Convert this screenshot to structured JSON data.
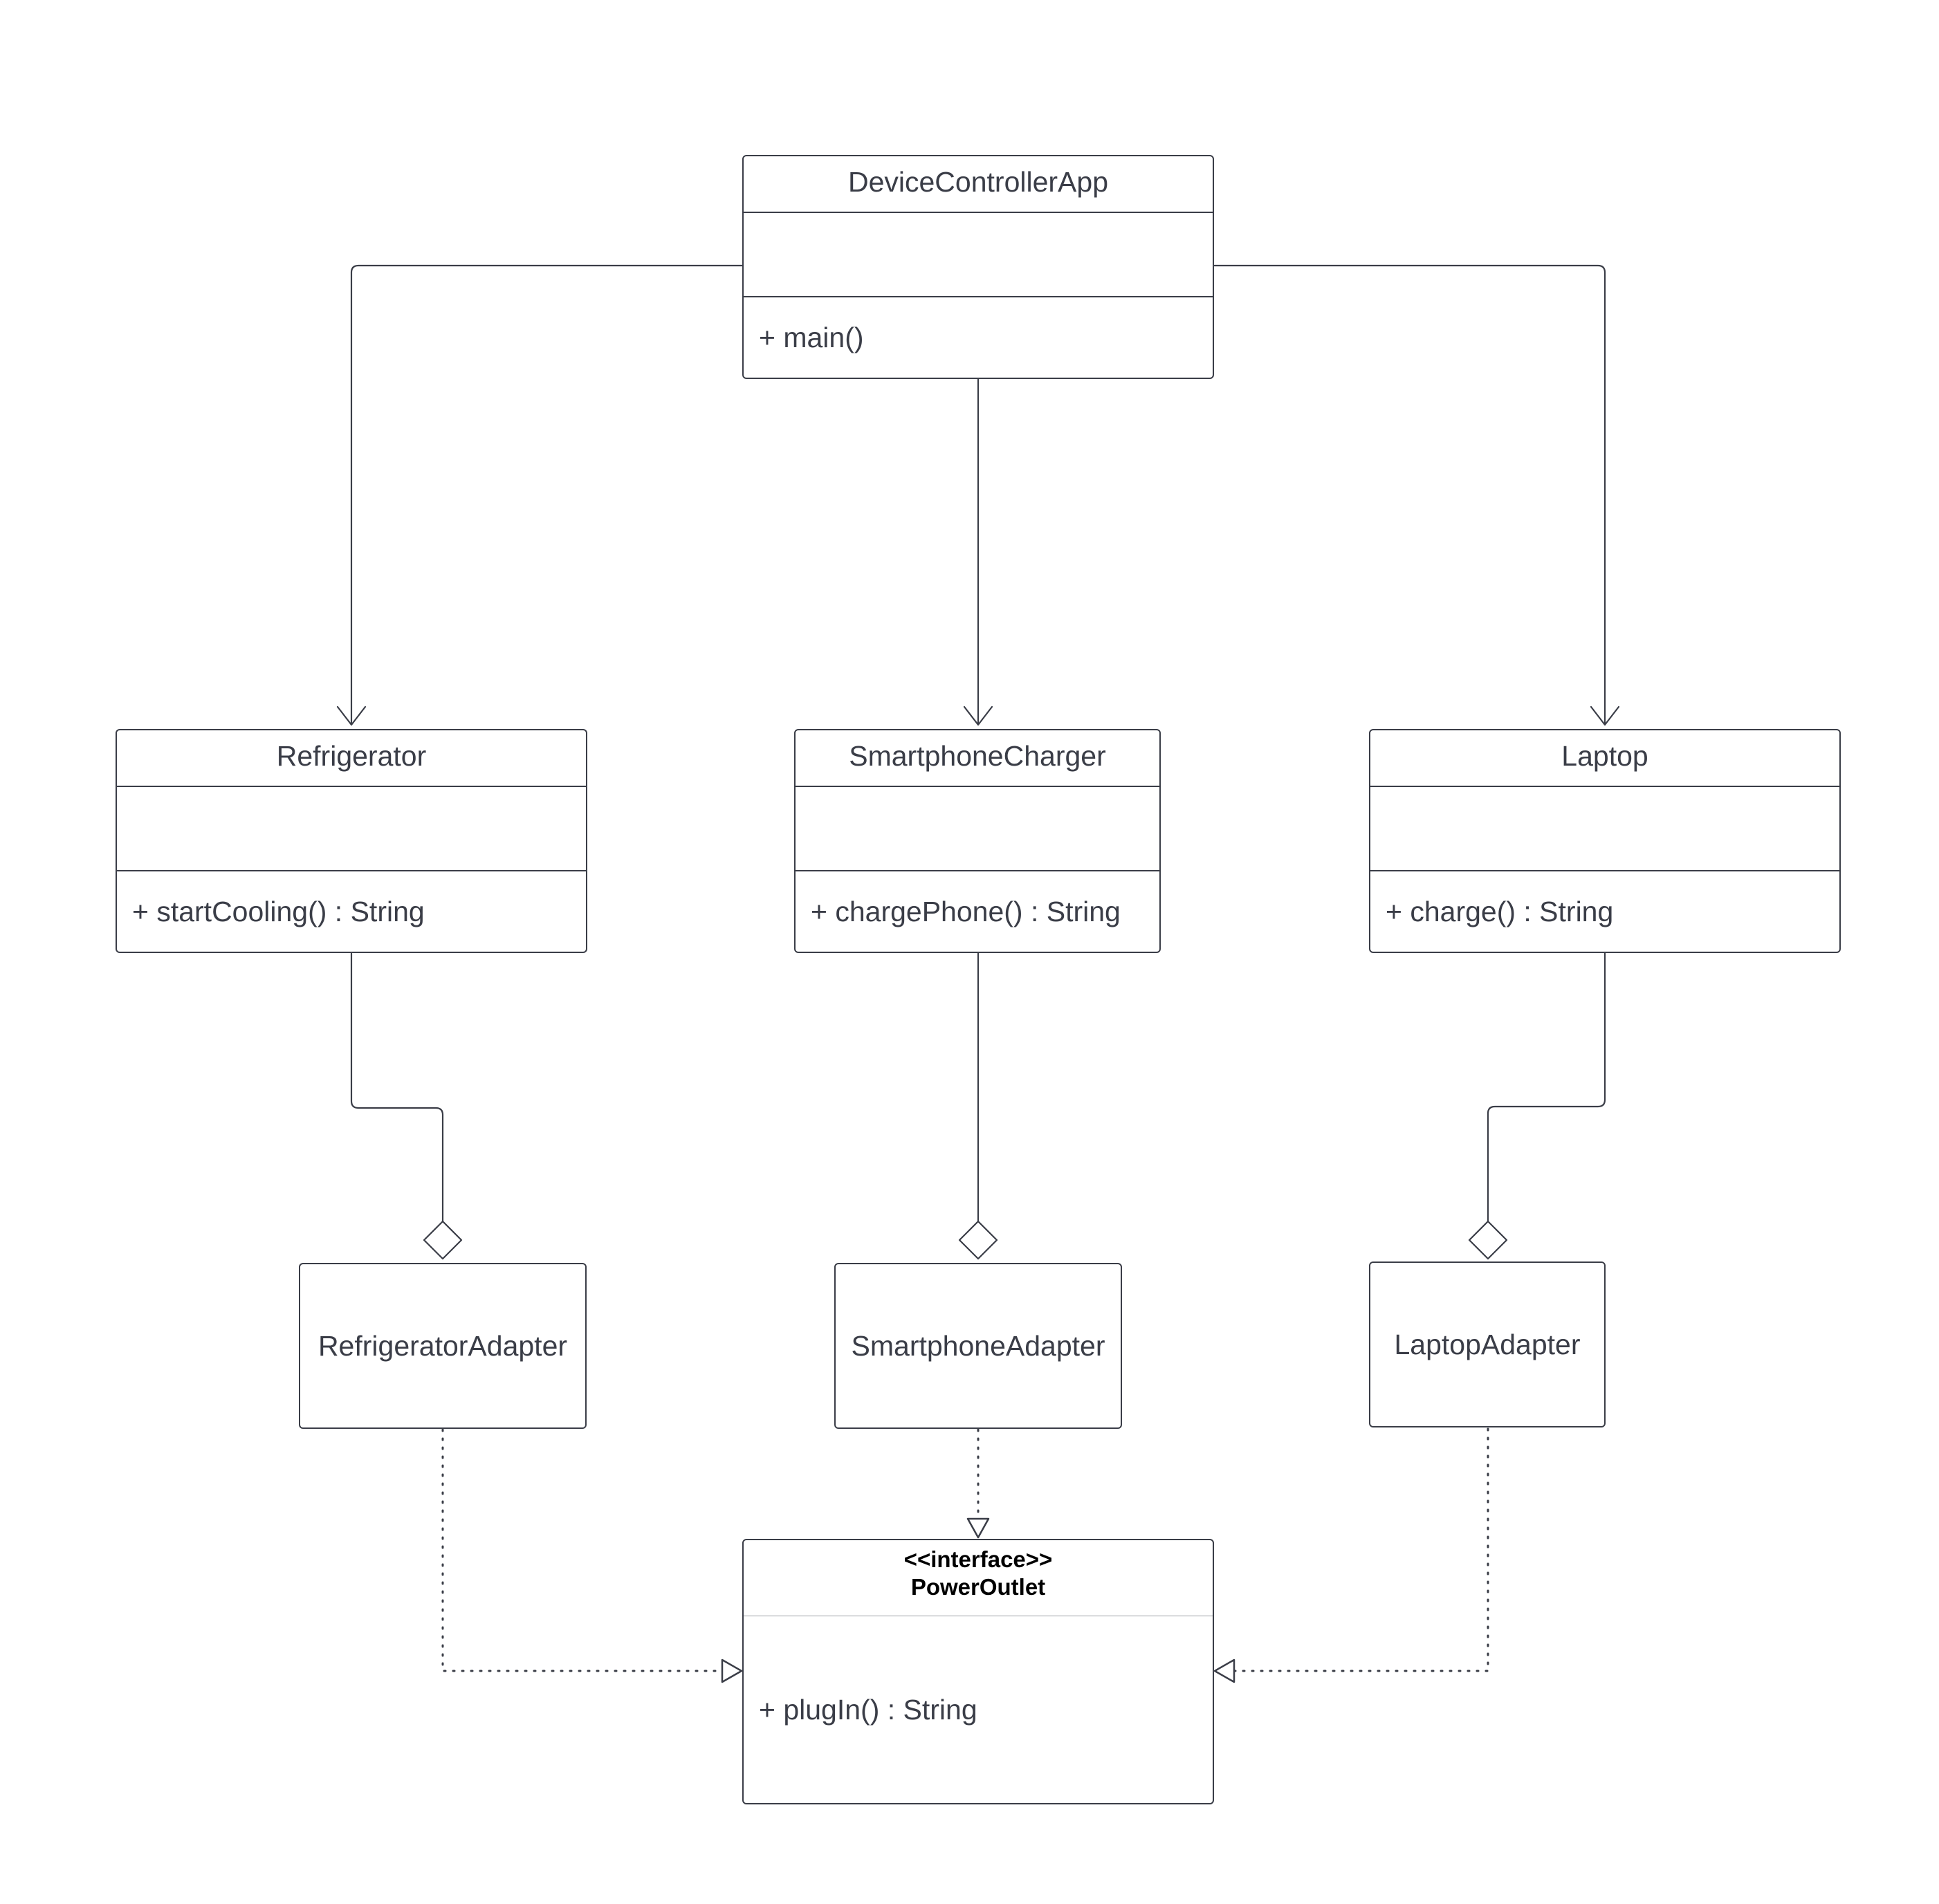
{
  "diagram": {
    "classes": {
      "device_controller_app": {
        "name": "DeviceControllerApp",
        "methods": "+ main()"
      },
      "refrigerator": {
        "name": "Refrigerator",
        "methods": "+ startCooling() : String"
      },
      "smartphone_charger": {
        "name": "SmartphoneCharger",
        "methods": "+ chargePhone() : String"
      },
      "laptop": {
        "name": "Laptop",
        "methods": "+ charge() : String"
      }
    },
    "adapters": {
      "refrigerator_adapter": "RefrigeratorAdapter",
      "smartphone_adapter": "SmartphoneAdapter",
      "laptop_adapter": "LaptopAdapter"
    },
    "interface": {
      "stereotype": "<<interface>>",
      "name": "PowerOutlet",
      "methods": "+ plugIn() : String"
    },
    "relationships": [
      {
        "from": "DeviceControllerApp",
        "to": "Refrigerator",
        "type": "association"
      },
      {
        "from": "DeviceControllerApp",
        "to": "SmartphoneCharger",
        "type": "association"
      },
      {
        "from": "DeviceControllerApp",
        "to": "Laptop",
        "type": "association"
      },
      {
        "from": "Refrigerator",
        "to": "RefrigeratorAdapter",
        "type": "aggregation"
      },
      {
        "from": "SmartphoneCharger",
        "to": "SmartphoneAdapter",
        "type": "aggregation"
      },
      {
        "from": "Laptop",
        "to": "LaptopAdapter",
        "type": "aggregation"
      },
      {
        "from": "RefrigeratorAdapter",
        "to": "PowerOutlet",
        "type": "realization"
      },
      {
        "from": "SmartphoneAdapter",
        "to": "PowerOutlet",
        "type": "realization"
      },
      {
        "from": "LaptopAdapter",
        "to": "PowerOutlet",
        "type": "realization"
      }
    ],
    "colors": {
      "stroke": "#3a3d47",
      "text": "#3a3d47",
      "background": "#ffffff"
    }
  }
}
